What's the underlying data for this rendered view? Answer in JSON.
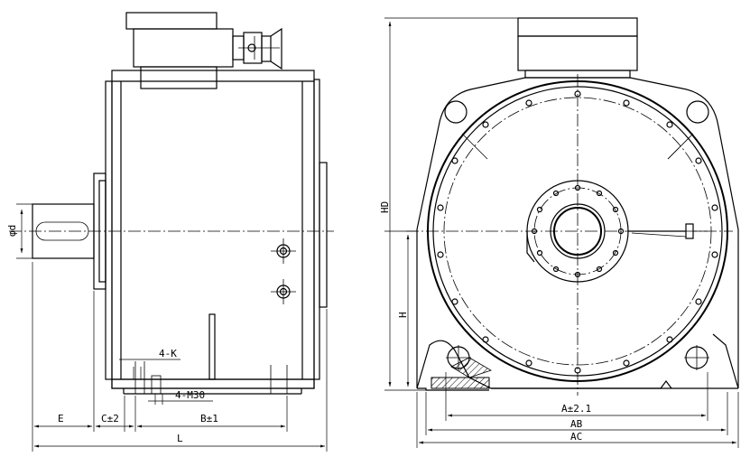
{
  "side_view": {
    "labels": {
      "shaft_diameter": "φd",
      "E": "E",
      "C": "C±2",
      "B": "B±1",
      "L": "L",
      "K": "4-K",
      "M30": "4-M30"
    }
  },
  "front_view": {
    "labels": {
      "HD": "HD",
      "H": "H",
      "A": "A±2.1",
      "AB": "AB",
      "AC": "AC"
    }
  }
}
